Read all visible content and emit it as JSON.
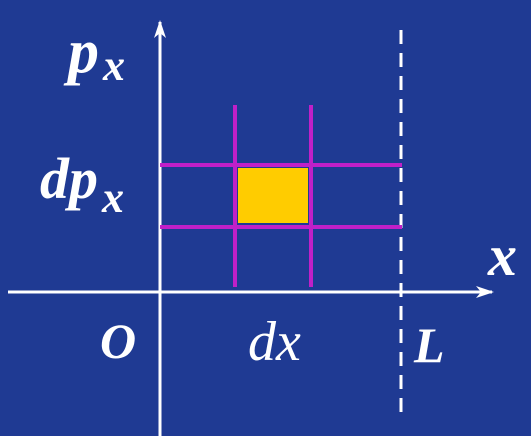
{
  "colors": {
    "background": "#1f3a93",
    "axis": "#ffffff",
    "grid_lines": "#c020c8",
    "cell_fill": "#ffcc00",
    "boundary": "#ffffff"
  },
  "labels": {
    "y_axis_main": "p",
    "y_axis_sub": "x",
    "x_axis": "x",
    "origin": "O",
    "dpx_main": "dp",
    "dpx_sub": "x",
    "dx": "dx",
    "boundary": "L"
  }
}
